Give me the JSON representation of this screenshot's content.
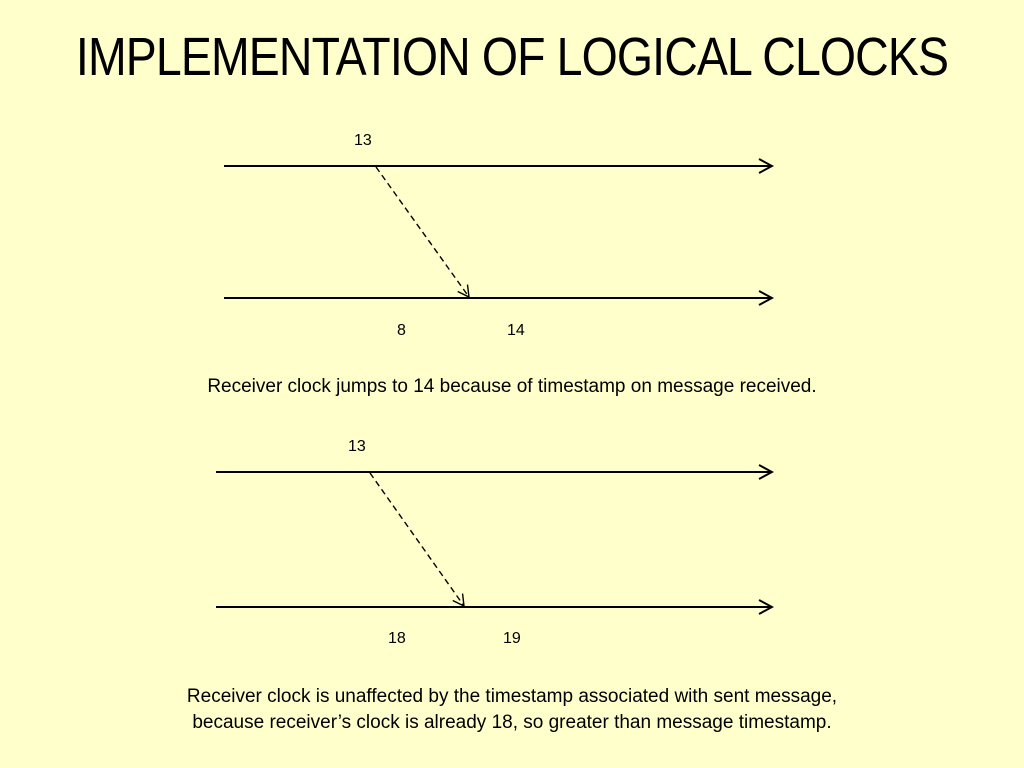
{
  "slide": {
    "title": "IMPLEMENTATION OF LOGICAL CLOCKS"
  },
  "diagram1": {
    "send_timestamp": "13",
    "receiver_clock_before": "8",
    "receiver_clock_after": "14",
    "caption": "Receiver clock jumps to 14 because of timestamp on message received."
  },
  "diagram2": {
    "send_timestamp": "13",
    "receiver_clock_before": "18",
    "receiver_clock_after": "19",
    "caption_line1": "Receiver clock is unaffected by the timestamp associated with sent message,",
    "caption_line2": "because receiver’s clock is already 18, so greater than message timestamp."
  },
  "colors": {
    "background": "#FFFFCC",
    "ink": "#000000"
  }
}
